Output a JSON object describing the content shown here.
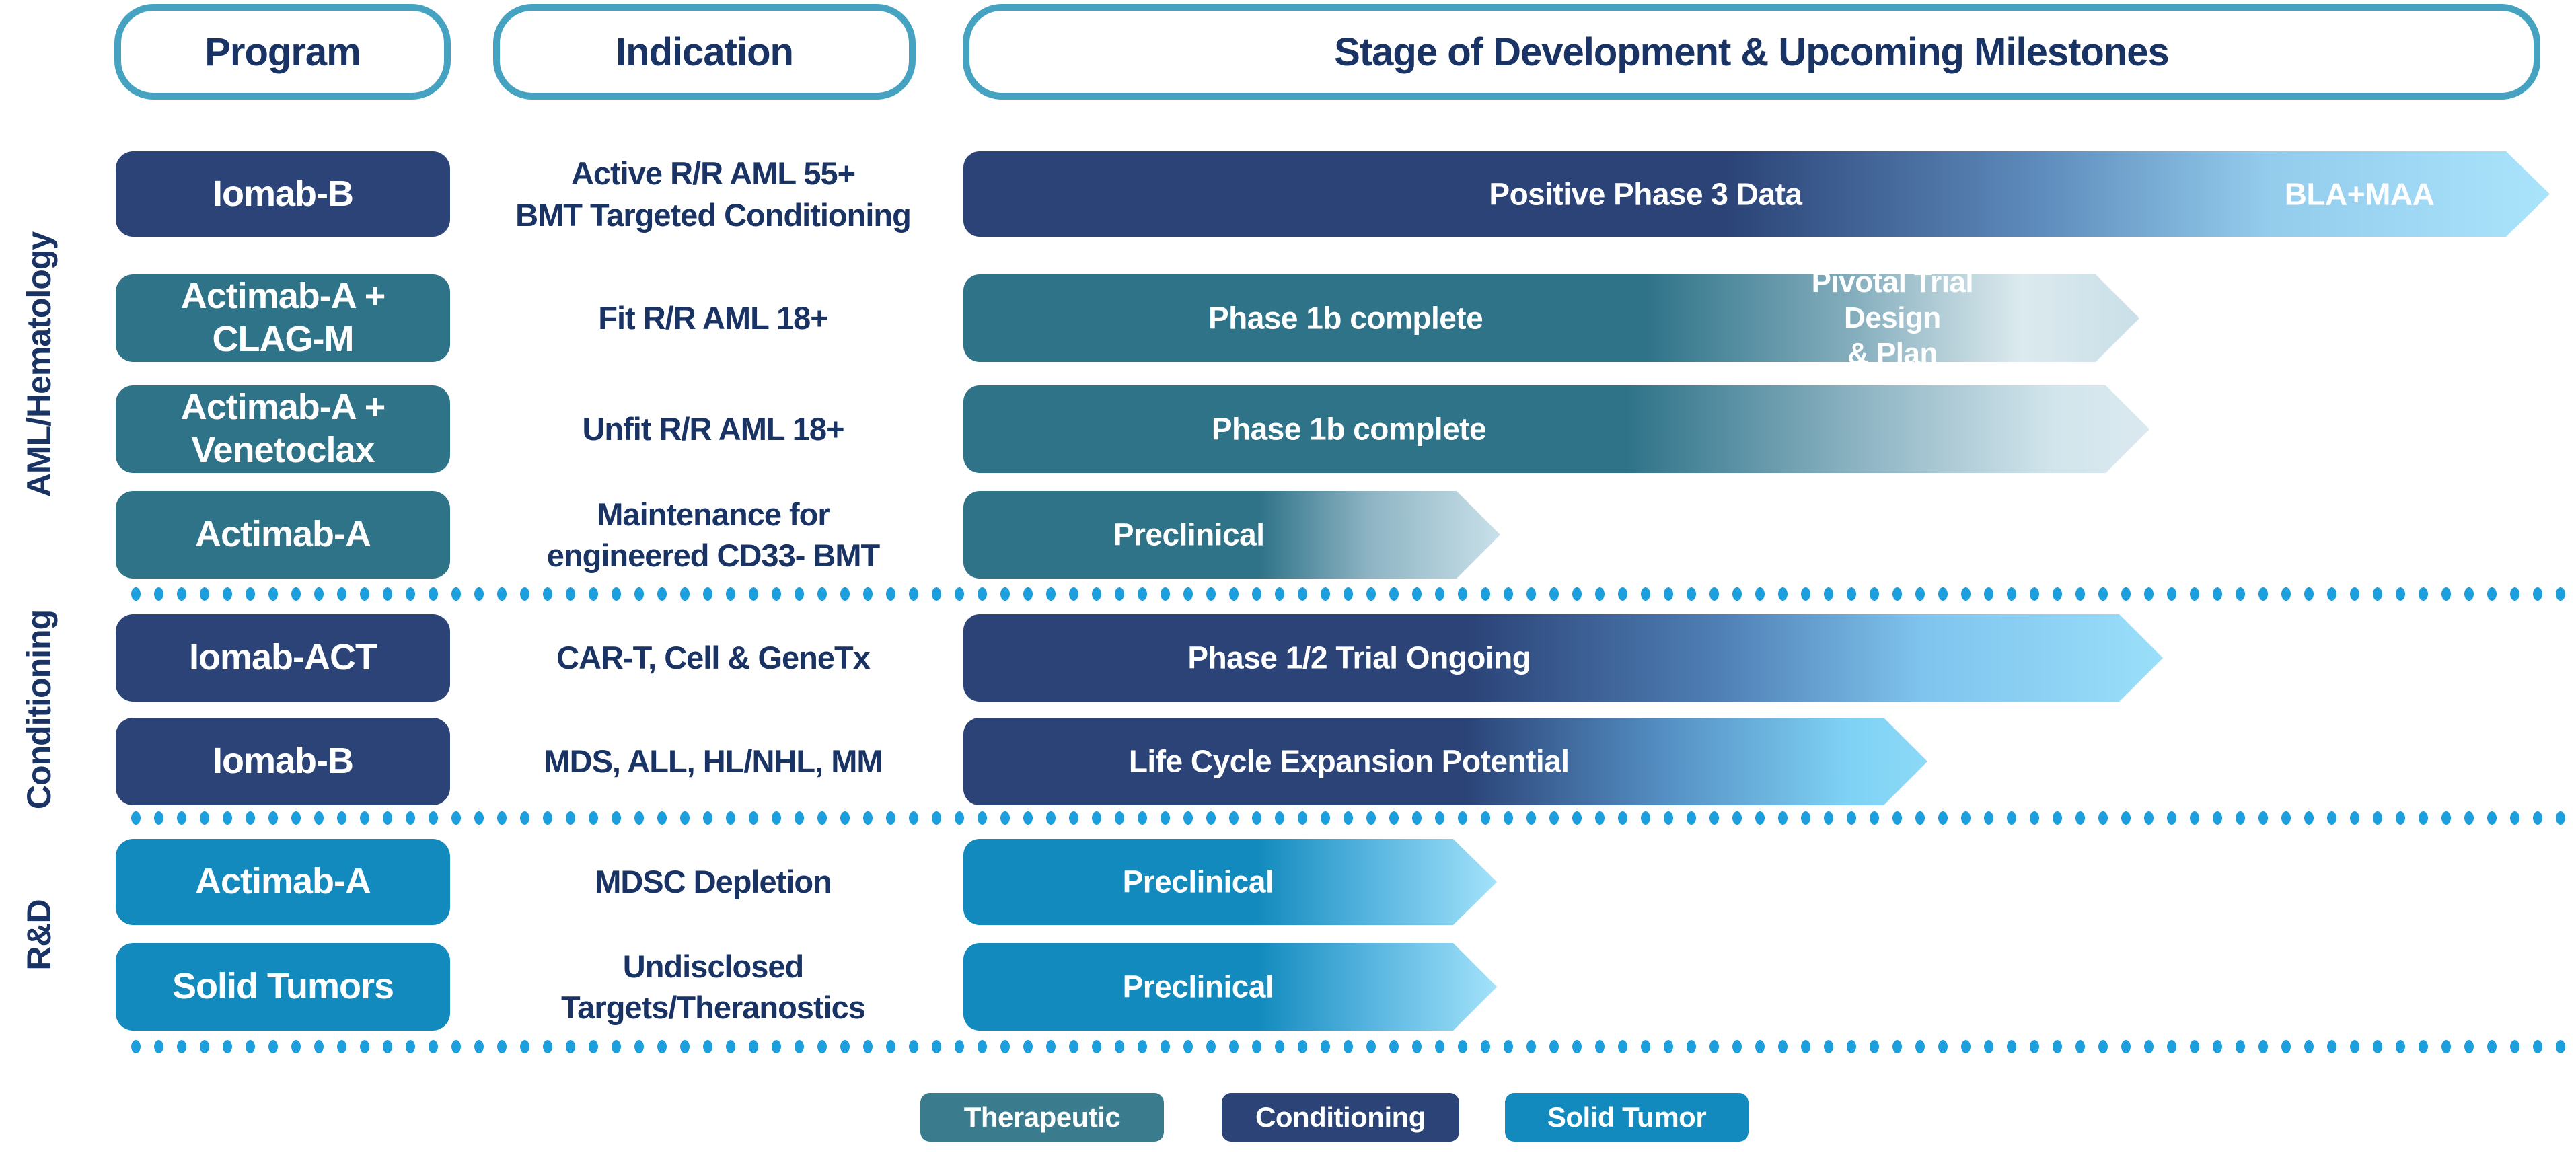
{
  "header": {
    "program": "Program",
    "indication": "Indication",
    "stage": "Stage of Development & Upcoming Milestones"
  },
  "sections": [
    {
      "label": "AML/Hematology",
      "rows": [
        {
          "program": "Iomab-B",
          "category": "Conditioning",
          "indication": "Active R/R AML 55+\nBMT Targeted Conditioning",
          "stage": "Positive Phase 3 Data",
          "milestone": "BLA+MAA"
        },
        {
          "program": "Actimab-A +\nCLAG-M",
          "category": "Therapeutic",
          "indication": "Fit R/R AML 18+",
          "stage": "Phase 1b complete",
          "milestone": "Pivotal Trial Design\n& Plan"
        },
        {
          "program": "Actimab-A +\nVenetoclax",
          "category": "Therapeutic",
          "indication": "Unfit R/R AML 18+",
          "stage": "Phase 1b complete",
          "milestone": ""
        },
        {
          "program": "Actimab-A",
          "category": "Therapeutic",
          "indication": "Maintenance for\nengineered CD33- BMT",
          "stage": "Preclinical",
          "milestone": ""
        }
      ]
    },
    {
      "label": "Conditioning",
      "rows": [
        {
          "program": "Iomab-ACT",
          "category": "Conditioning",
          "indication": "CAR-T, Cell & GeneTx",
          "stage": "Phase 1/2 Trial Ongoing",
          "milestone": ""
        },
        {
          "program": "Iomab-B",
          "category": "Conditioning",
          "indication": "MDS, ALL, HL/NHL, MM",
          "stage": "Life Cycle Expansion Potential",
          "milestone": ""
        }
      ]
    },
    {
      "label": "R&D",
      "rows": [
        {
          "program": "Actimab-A",
          "category": "Solid Tumor",
          "indication": "MDSC Depletion",
          "stage": "Preclinical",
          "milestone": ""
        },
        {
          "program": "Solid Tumors",
          "category": "Solid Tumor",
          "indication": "Undisclosed\nTargets/Theranostics",
          "stage": "Preclinical",
          "milestone": ""
        }
      ]
    }
  ],
  "legend": [
    {
      "label": "Therapeutic",
      "color": "#3A7B8E"
    },
    {
      "label": "Conditioning",
      "color": "#2B4377"
    },
    {
      "label": "Solid Tumor",
      "color": "#128ABD"
    }
  ],
  "colors": {
    "navy": "#2B4377",
    "teal": "#2F7389",
    "bright_blue": "#128ABD",
    "header_border": "#45A3C1",
    "text_navy": "#1A3365",
    "dot_blue": "#1C9FDC",
    "arrow_light_end": "#A9E4FB"
  }
}
